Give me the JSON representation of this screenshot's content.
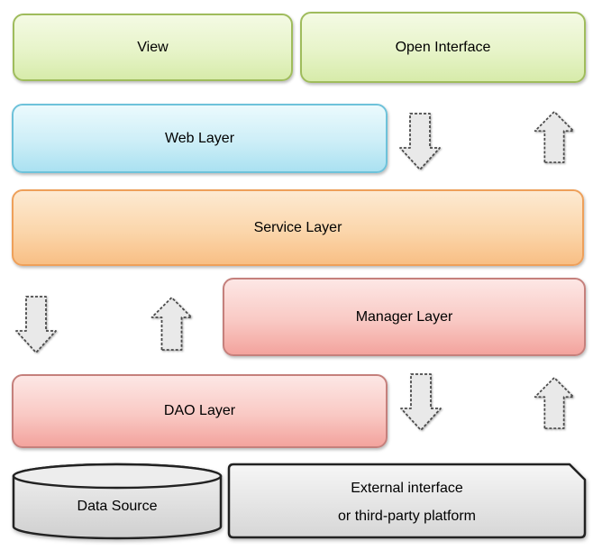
{
  "diagram": {
    "type": "layered-architecture",
    "layers": {
      "view": "View",
      "open_interface": "Open Interface",
      "web": "Web Layer",
      "service": "Service Layer",
      "manager": "Manager Layer",
      "dao": "DAO Layer",
      "data_source": "Data Source",
      "external_line1": "External interface",
      "external_line2": "or third-party platform"
    },
    "arrows": [
      {
        "id": "web-service-down",
        "direction": "down"
      },
      {
        "id": "service-web-up",
        "direction": "up"
      },
      {
        "id": "service-dao-down",
        "direction": "down"
      },
      {
        "id": "dao-service-up",
        "direction": "up"
      },
      {
        "id": "dao-external-down",
        "direction": "down"
      },
      {
        "id": "external-dao-up",
        "direction": "up"
      }
    ],
    "colors": {
      "green_fill_top": "#f4fae4",
      "green_fill_bottom": "#d7ebaa",
      "green_border": "#9fbc5c",
      "blue_fill_top": "#ebfafd",
      "blue_fill_bottom": "#aae1f1",
      "blue_border": "#6ec2da",
      "orange_fill_top": "#fdead2",
      "orange_fill_bottom": "#f8bf85",
      "orange_border": "#eea05a",
      "pink_fill_top": "#fde7e5",
      "pink_fill_bottom": "#f3a39d",
      "pink_border": "#c5807c",
      "gray_fill_top": "#f7f7f7",
      "gray_fill_bottom": "#d6d6d6",
      "gray_border": "#222222",
      "arrow_fill": "#e9e9e9",
      "arrow_border": "#4a4a4a"
    }
  }
}
